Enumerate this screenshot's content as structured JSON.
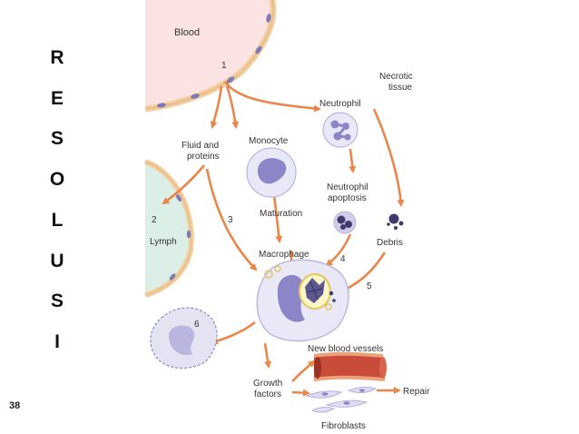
{
  "side_title_letters": [
    "R",
    "E",
    "S",
    "O",
    "L",
    "U",
    "S",
    "I"
  ],
  "page_number": "38",
  "diagram": {
    "labels": {
      "blood": "Blood",
      "necrotic_line1": "Necrotic",
      "necrotic_line2": "tissue",
      "neutrophil": "Neutrophil",
      "fluid_line1": "Fluid and",
      "fluid_line2": "proteins",
      "monocyte": "Monocyte",
      "apoptosis_line1": "Neutrophil",
      "apoptosis_line2": "apoptosis",
      "maturation": "Maturation",
      "lymph": "Lymph",
      "macrophage": "Macrophage",
      "debris": "Debris",
      "new_vessels": "New blood vessels",
      "growth_line1": "Growth",
      "growth_line2": "factors",
      "repair": "Repair",
      "fibroblasts": "Fibroblasts"
    },
    "step_numbers": [
      "1",
      "2",
      "3",
      "4",
      "5",
      "6"
    ],
    "colors": {
      "arrow": "#e9864a",
      "blood_fill": "#fbe3e3",
      "vessel_wall": "#f2cfa0",
      "lymph_fill": "#dcefe6",
      "cell_fill": "#e9e8f7",
      "nucleus": "#8b86c8",
      "dark_nucleus": "#3e3a6e",
      "vessel_red": "#c94b3a"
    }
  }
}
